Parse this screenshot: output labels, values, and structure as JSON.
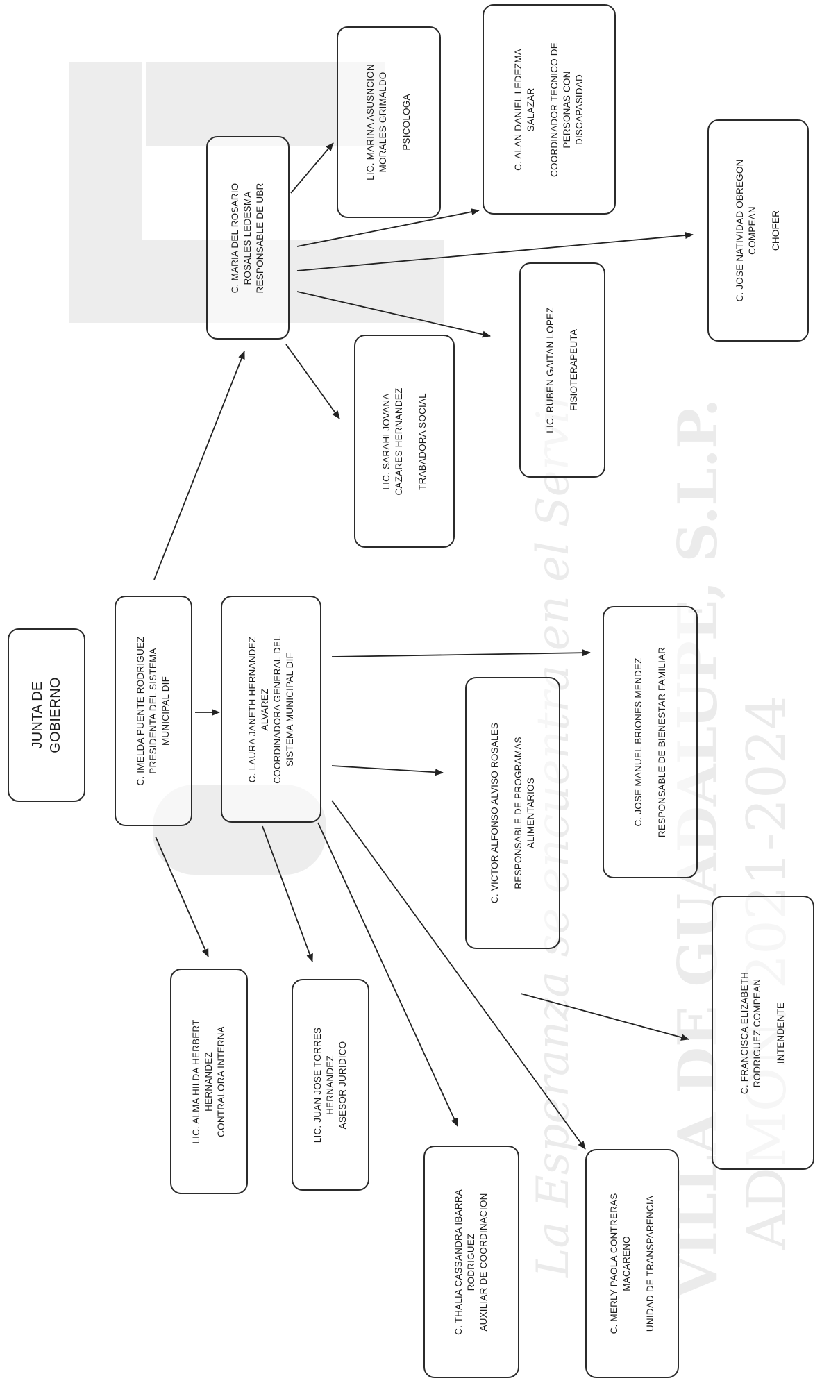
{
  "watermark": {
    "line1": "La Esperanza se encuentra en el Servir",
    "line2": "VILLA DE GUADALUPE, S.L.P.",
    "line3": "ADMON. 2021-2024"
  },
  "org": {
    "junta": {
      "lines": [
        "JUNTA DE",
        "GOBIERNO"
      ]
    },
    "presidenta": {
      "lines": [
        "C. IMELDA PUENTE RODRIGUEZ",
        "PRESIDENTA DEL SISTEMA",
        "MUNICIPAL DIF"
      ]
    },
    "coordinadora": {
      "lines": [
        "C. LAURA JANETH HERNANDEZ",
        "ALVAREZ",
        "COORDINADORA GENERAL DEL",
        "SISTEMA MUNICIPAL DIF"
      ]
    },
    "ubr": {
      "lines": [
        "C. MARIA DEL ROSARIO",
        "ROSALES LEDESMA",
        "RESPONSABLE DE UBR"
      ]
    },
    "psicologa": {
      "name": [
        "LIC. MARINA ASUSNCION",
        "MORALES GRIMALDO"
      ],
      "role": [
        "PSICOLOGA"
      ]
    },
    "discapacidad": {
      "name": [
        "C. ALAN DANIEL LEDEZMA",
        "SALAZAR"
      ],
      "role": [
        "COORDINADOR TECNICO DE",
        "PERSONAS CON",
        "DISCAPASIDAD"
      ]
    },
    "chofer": {
      "name": [
        "C. JOSE NATIVIDAD OBREGON",
        "COMPEAN"
      ],
      "role": [
        "CHOFER"
      ]
    },
    "fisioterapeuta": {
      "name": [
        "LIC. RUBEN GAITAN LOPEZ"
      ],
      "role": [
        "FISIOTERAPEUTA"
      ]
    },
    "trabajadora": {
      "name": [
        "LIC. SARAHI JOVANA",
        "CAZARES HERNANDEZ"
      ],
      "role": [
        "TRABADORA SOCIAL"
      ]
    },
    "alimentarios": {
      "name": [
        "C. VICTOR ALFONSO ALVISO ROSALES"
      ],
      "role": [
        "RESPONSABLE DE PROGRAMAS",
        "ALIMENTARIOS"
      ]
    },
    "bienestar": {
      "name": [
        "C. JOSE MANUEL BRIONES MENDEZ"
      ],
      "role": [
        "RESPONSABLE DE BIENESTAR FAMILIAR"
      ]
    },
    "intendente": {
      "name": [
        "C. FRANCISCA ELIZABETH",
        "RODRIGUEZ COMPEAN"
      ],
      "role": [
        "INTENDENTE"
      ]
    },
    "contralora": {
      "lines": [
        "LIC. ALMA HILDA HERBERT",
        "HERNANDEZ",
        "CONTRALORA INTERNA"
      ]
    },
    "asesor": {
      "lines": [
        "LIC. JUAN JOSE TORRES",
        "HERNANDEZ",
        "ASESOR JURIDICO"
      ]
    },
    "auxiliar": {
      "lines": [
        "C. THALIA CASSANDRA IBARRA",
        "RODRIGUEZ",
        "AUXILIAR DE COORDINACION"
      ]
    },
    "transparencia": {
      "name": [
        "C. MERLY PAOLA CONTRERAS",
        "MACARENO"
      ],
      "role": [
        "UNIDAD DE TRANSPARENCIA"
      ]
    }
  }
}
